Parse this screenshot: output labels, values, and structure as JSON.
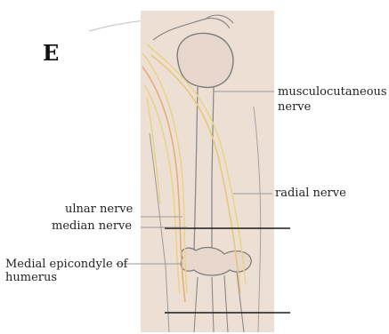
{
  "figure": {
    "panel_letter": "E",
    "labels": {
      "musculocutaneous_line1": "musculocutaneous",
      "musculocutaneous_line2": "nerve",
      "radial": "radial nerve",
      "ulnar": "ulnar nerve",
      "median": "median nerve",
      "epicondyle_line1": "Medial epicondyle of",
      "epicondyle_line2": "humerus"
    },
    "colors": {
      "background": "#ffffff",
      "paper": "#eedfd5",
      "pencil": "#8a8a8a",
      "nerve_yellow": "#e8d58a",
      "nerve_orange": "#e2b07a",
      "marker_line": "#1a1a1a"
    }
  }
}
